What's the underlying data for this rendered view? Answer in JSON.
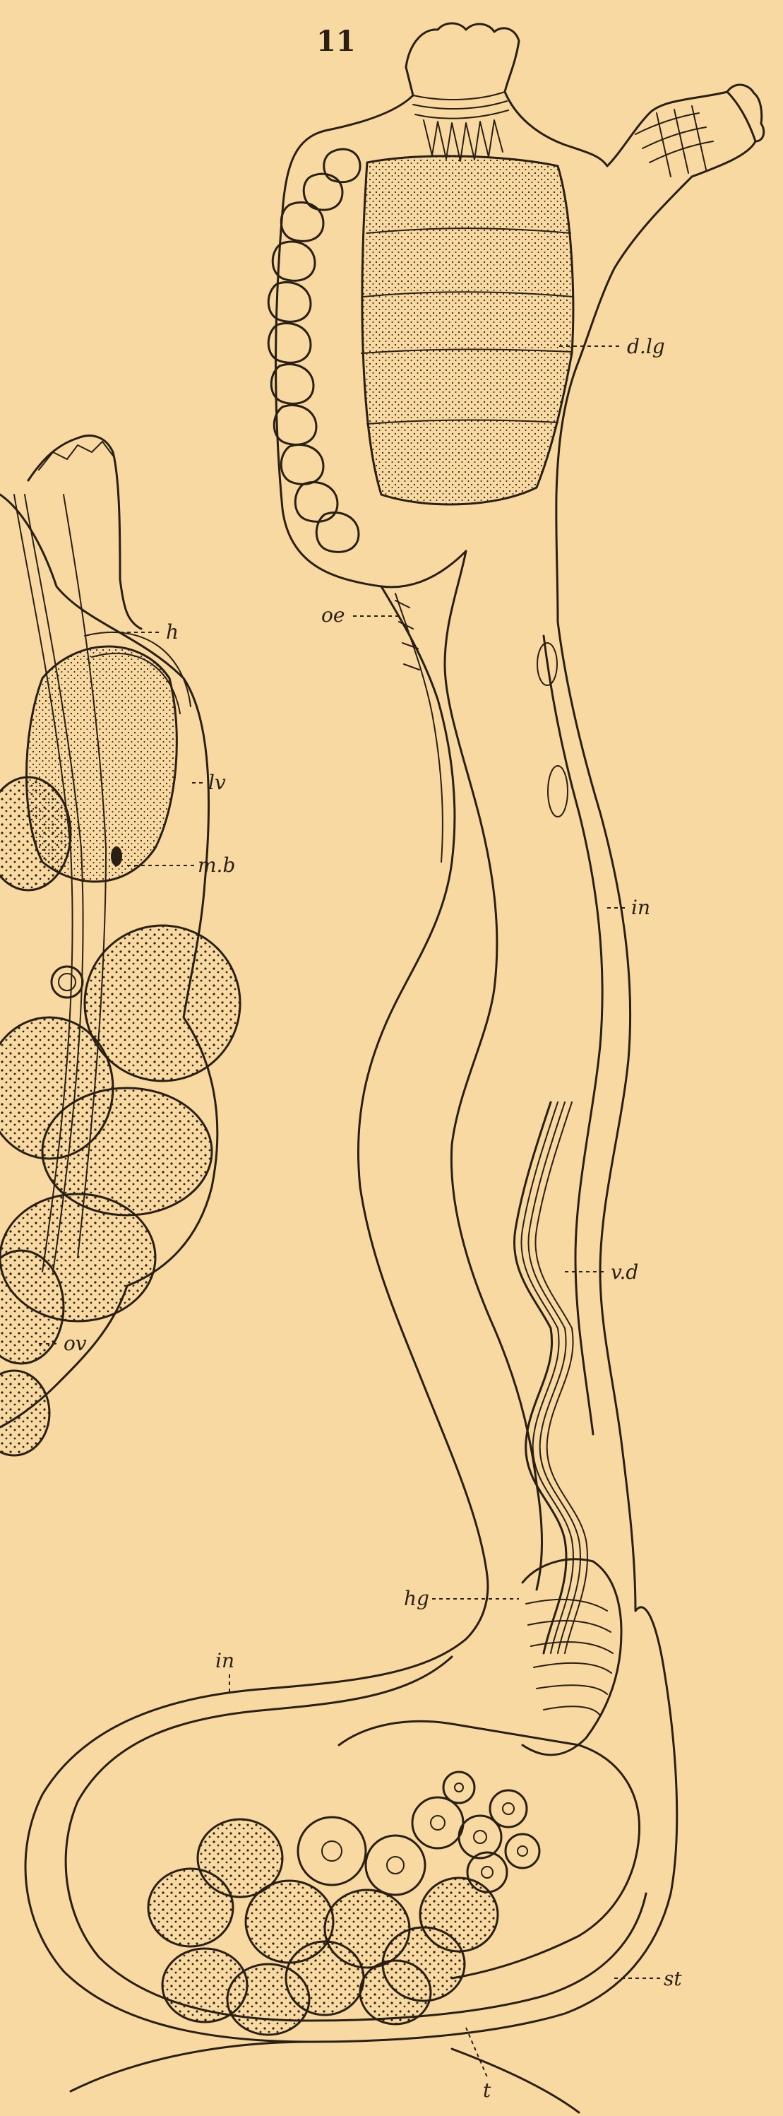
{
  "figure": {
    "number": "11"
  },
  "labels": {
    "d_lg": "d.lg",
    "h": "h",
    "oe": "oe",
    "lv": "lv",
    "mb": "m.b",
    "in_upper": "in",
    "vd": "v.d",
    "ov": "ov",
    "hg": "hg",
    "in_lower": "in",
    "st": "st",
    "t": "t"
  },
  "colors": {
    "paper": "#f7d9a1",
    "ink": "#2a1f14"
  }
}
